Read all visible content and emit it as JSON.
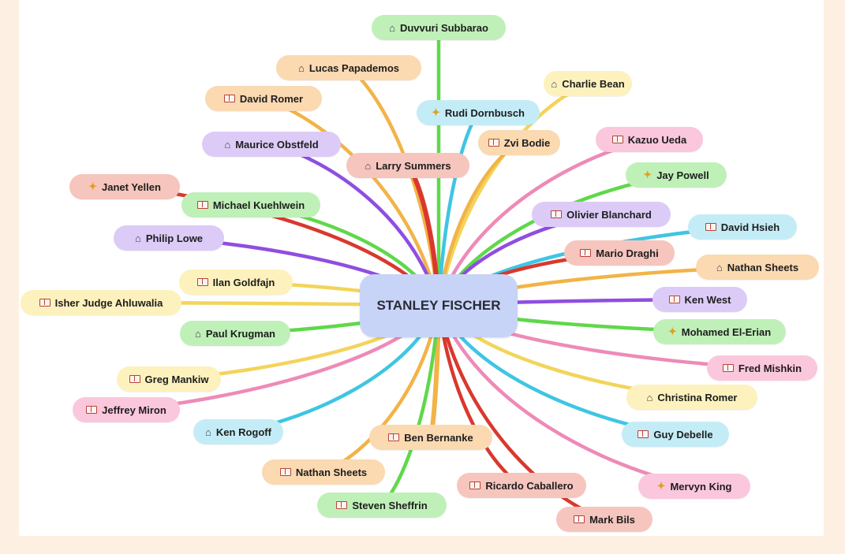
{
  "center": {
    "label": "STANLEY FISCHER"
  },
  "colors": {
    "background": "#fdf0e2",
    "canvas": "#ffffff",
    "center_fill": "#c7d4f7",
    "green": "#5fd84a",
    "orange": "#f2b347",
    "yellow": "#f3d45a",
    "cyan": "#3fc5e3",
    "pink": "#ee8ab8",
    "purple": "#8f4ee0",
    "red": "#d9382e"
  },
  "nodes": [
    {
      "label": "Duvvuri Subbarao",
      "icon": "graduation-cap-icon",
      "color": "green"
    },
    {
      "label": "Lucas Papademos",
      "icon": "graduation-cap-icon",
      "color": "orange"
    },
    {
      "label": "Charlie Bean",
      "icon": "graduation-cap-icon",
      "color": "yellow"
    },
    {
      "label": "David Romer",
      "icon": "book-icon",
      "color": "orange"
    },
    {
      "label": "Rudi Dornbusch",
      "icon": "handshake-icon",
      "color": "cyan"
    },
    {
      "label": "Maurice Obstfeld",
      "icon": "graduation-cap-icon",
      "color": "purple"
    },
    {
      "label": "Zvi Bodie",
      "icon": "book-icon",
      "color": "orange"
    },
    {
      "label": "Kazuo Ueda",
      "icon": "book-icon",
      "color": "pink"
    },
    {
      "label": "Larry Summers",
      "icon": "graduation-cap-icon",
      "color": "red"
    },
    {
      "label": "Jay Powell",
      "icon": "handshake-icon",
      "color": "green"
    },
    {
      "label": "Janet Yellen",
      "icon": "handshake-icon",
      "color": "red"
    },
    {
      "label": "Michael Kuehlwein",
      "icon": "book-icon",
      "color": "green"
    },
    {
      "label": "Olivier Blanchard",
      "icon": "book-icon",
      "color": "purple"
    },
    {
      "label": "David Hsieh",
      "icon": "book-icon",
      "color": "cyan"
    },
    {
      "label": "Philip Lowe",
      "icon": "graduation-cap-icon",
      "color": "purple"
    },
    {
      "label": "Mario Draghi",
      "icon": "book-icon",
      "color": "red"
    },
    {
      "label": "Nathan Sheets",
      "icon": "graduation-cap-icon",
      "color": "orange"
    },
    {
      "label": "Ilan Goldfajn",
      "icon": "book-icon",
      "color": "yellow"
    },
    {
      "label": "Isher Judge Ahluwalia",
      "icon": "book-icon",
      "color": "yellow"
    },
    {
      "label": "Ken West",
      "icon": "book-icon",
      "color": "purple"
    },
    {
      "label": "Paul Krugman",
      "icon": "graduation-cap-icon",
      "color": "green"
    },
    {
      "label": "Mohamed El-Erian",
      "icon": "handshake-icon",
      "color": "green"
    },
    {
      "label": "Fred Mishkin",
      "icon": "book-icon",
      "color": "pink"
    },
    {
      "label": "Greg Mankiw",
      "icon": "book-icon",
      "color": "yellow"
    },
    {
      "label": "Jeffrey Miron",
      "icon": "book-icon",
      "color": "pink"
    },
    {
      "label": "Christina Romer",
      "icon": "graduation-cap-icon",
      "color": "yellow"
    },
    {
      "label": "Ken Rogoff",
      "icon": "graduation-cap-icon",
      "color": "cyan"
    },
    {
      "label": "Guy Debelle",
      "icon": "book-icon",
      "color": "cyan"
    },
    {
      "label": "Ben Bernanke",
      "icon": "book-icon",
      "color": "orange"
    },
    {
      "label": "Nathan Sheets",
      "icon": "book-icon",
      "color": "orange"
    },
    {
      "label": "Ricardo Caballero",
      "icon": "book-icon",
      "color": "red"
    },
    {
      "label": "Mervyn King",
      "icon": "handshake-icon",
      "color": "pink"
    },
    {
      "label": "Steven Sheffrin",
      "icon": "book-icon",
      "color": "green"
    },
    {
      "label": "Mark Bils",
      "icon": "book-icon",
      "color": "red"
    }
  ]
}
